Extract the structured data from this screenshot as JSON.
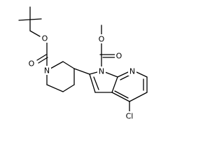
{
  "molecule": {
    "atoms": {
      "o_boc_ether": "O",
      "o_boc_carbonyl": "O",
      "n_piperidine": "N",
      "o_ester_methoxy": "O",
      "o_ester_carbonyl": "O",
      "n_pyrrole": "N",
      "n_pyridine": "N",
      "cl": "Cl"
    }
  }
}
